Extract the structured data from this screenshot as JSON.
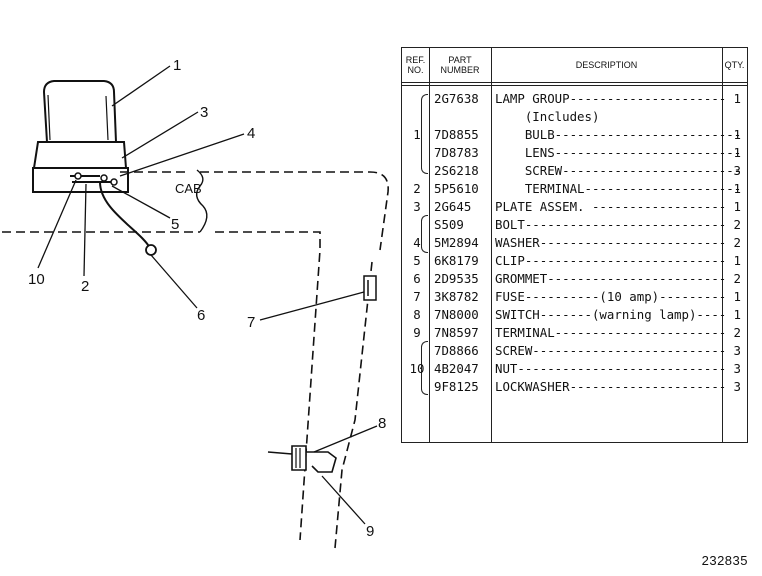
{
  "diagram": {
    "cab_label": "CAB",
    "callouts": [
      "1",
      "2",
      "3",
      "4",
      "5",
      "6",
      "7",
      "8",
      "9",
      "10"
    ]
  },
  "table": {
    "headers": {
      "ref": "REF.\nNO.",
      "part": "PART\nNUMBER",
      "desc": "DESCRIPTION",
      "qty": "QTY."
    },
    "rows": [
      {
        "ref": "",
        "part": "2G7638",
        "desc": "LAMP GROUP---------------------",
        "qty": "1"
      },
      {
        "ref": "",
        "part": "",
        "desc": "    (Includes)",
        "qty": ""
      },
      {
        "ref": "1",
        "part": "7D8855",
        "desc": "    BULB-------------------------",
        "qty": "1"
      },
      {
        "ref": "",
        "part": "7D8783",
        "desc": "    LENS-------------------------",
        "qty": "1"
      },
      {
        "ref": "",
        "part": "2S6218",
        "desc": "    SCREW------------------------",
        "qty": "3"
      },
      {
        "ref": "2",
        "part": "5P5610",
        "desc": "    TERMINAL---------------------",
        "qty": "1"
      },
      {
        "ref": "3",
        "part": "2G645",
        "desc": "PLATE ASSEM. ------------------",
        "qty": "1"
      },
      {
        "ref": "",
        "part": "S509",
        "desc": "BOLT---------------------------",
        "qty": "2"
      },
      {
        "ref": "4",
        "part": "5M2894",
        "desc": "WASHER-------------------------",
        "qty": "2"
      },
      {
        "ref": "5",
        "part": "6K8179",
        "desc": "CLIP---------------------------",
        "qty": "1"
      },
      {
        "ref": "6",
        "part": "2D9535",
        "desc": "GROMMET------------------------",
        "qty": "2"
      },
      {
        "ref": "7",
        "part": "3K8782",
        "desc": "FUSE----------(10 amp)---------",
        "qty": "1"
      },
      {
        "ref": "8",
        "part": "7N8000",
        "desc": "SWITCH-------(warning lamp)----",
        "qty": "1"
      },
      {
        "ref": "9",
        "part": "7N8597",
        "desc": "TERMINAL-----------------------",
        "qty": "2"
      },
      {
        "ref": "",
        "part": "7D8866",
        "desc": "SCREW--------------------------",
        "qty": "3"
      },
      {
        "ref": "10",
        "part": "4B2047",
        "desc": "NUT----------------------------",
        "qty": "3"
      },
      {
        "ref": "",
        "part": "9F8125",
        "desc": "LOCKWASHER---------------------",
        "qty": "3"
      }
    ]
  },
  "figure_number": "232835"
}
